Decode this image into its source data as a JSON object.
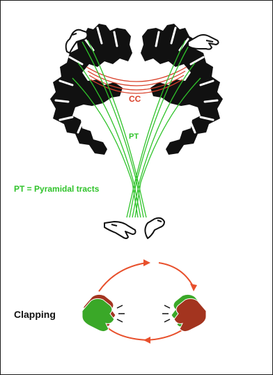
{
  "labels": {
    "cc": "CC",
    "pt": "PT",
    "legend": "PT = Pyramidal tracts",
    "clapping": "Clapping"
  },
  "colors": {
    "cc": "#d9412b",
    "pt": "#2fc32a",
    "cortex": "#111111",
    "hand_green": "#3aa828",
    "hand_red": "#a3341f",
    "arrow": "#e8502c"
  },
  "icons": [
    "brain-cortex-icon",
    "foot-icon",
    "hand-icon",
    "clapping-hands-icon",
    "arrow-icon"
  ]
}
